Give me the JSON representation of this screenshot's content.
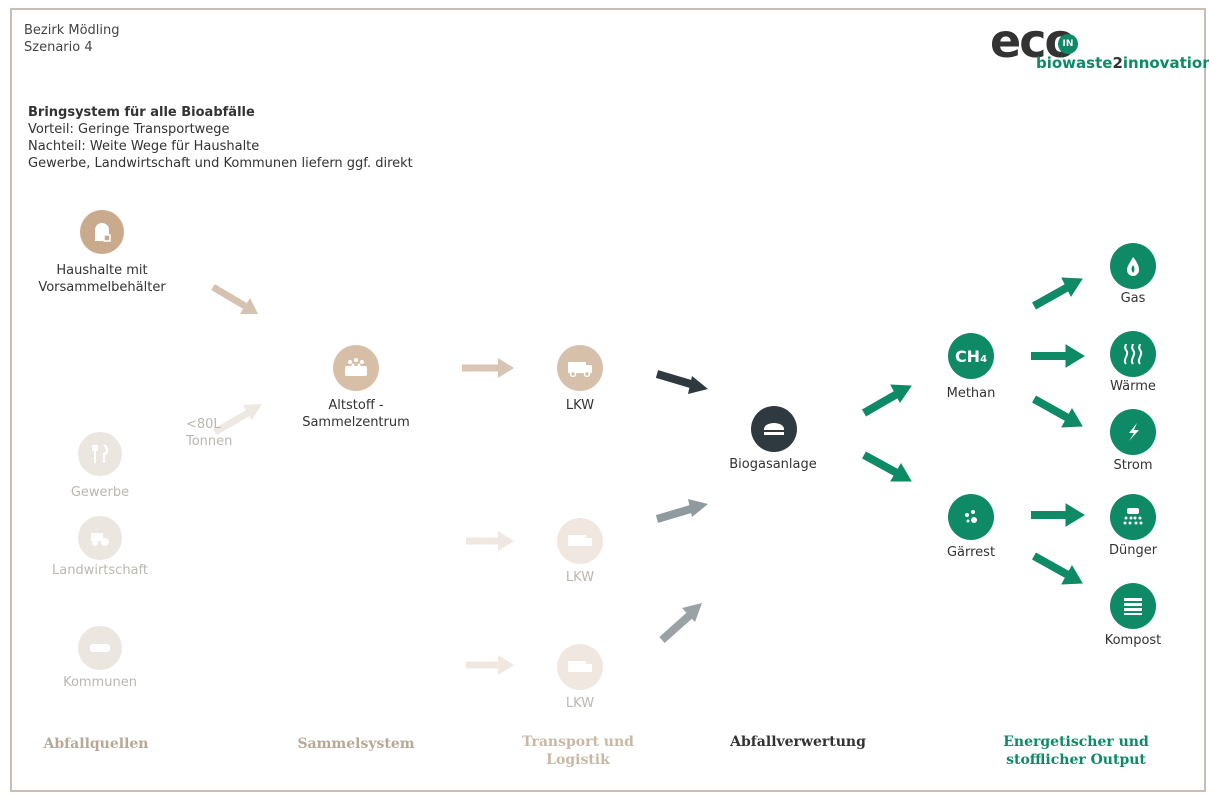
{
  "header": {
    "region": "Bezirk Mödling",
    "scenario": "Szenario 4"
  },
  "logo": {
    "eco": "eco",
    "in": "IN",
    "sub_a": "biowaste",
    "sub_two": "2",
    "sub_b": "innovation"
  },
  "info": {
    "title": "Bringsystem für alle Bioabfälle",
    "line1": "Vorteil: Geringe Transportwege",
    "line2": "Nachteil: Weite Wege für Haushalte",
    "line3": "Gewerbe, Landwirtschaft und Kommunen liefern ggf. direkt"
  },
  "sources": {
    "haushalte_line1": "Haushalte mit",
    "haushalte_line2": "Vorsammelbehälter",
    "gewerbe": "Gewerbe",
    "landwirtschaft": "Landwirtschaft",
    "kommunen": "Kommunen"
  },
  "collection": {
    "tonnen_line1": "<80L",
    "tonnen_line2": "Tonnen",
    "altstoff_line1": "Altstoff -",
    "altstoff_line2": "Sammelzentrum"
  },
  "transport": {
    "lkw1": "LKW",
    "lkw2": "LKW",
    "lkw3": "LKW"
  },
  "processing": {
    "biogas": "Biogasanlage"
  },
  "intermediate": {
    "methan": "Methan",
    "methan_icon": "CH",
    "methan_sub": "4",
    "garrest": "Gärrest"
  },
  "outputs": {
    "gas": "Gas",
    "waerme": "Wärme",
    "strom": "Strom",
    "duenger": "Dünger",
    "kompost": "Kompost"
  },
  "footer": {
    "col1": "Abfallquellen",
    "col2": "Sammelsystem",
    "col3_line1": "Transport und",
    "col3_line2": "Logistik",
    "col4": "Abfallverwertung",
    "col5_line1": "Energetischer und",
    "col5_line2": "stofflicher Output"
  },
  "colors": {
    "green": "#0e8a67",
    "tan": "#c8a888",
    "dark": "#2e3a40",
    "grey": "#8e9498",
    "muted": "#e2dcd6"
  }
}
